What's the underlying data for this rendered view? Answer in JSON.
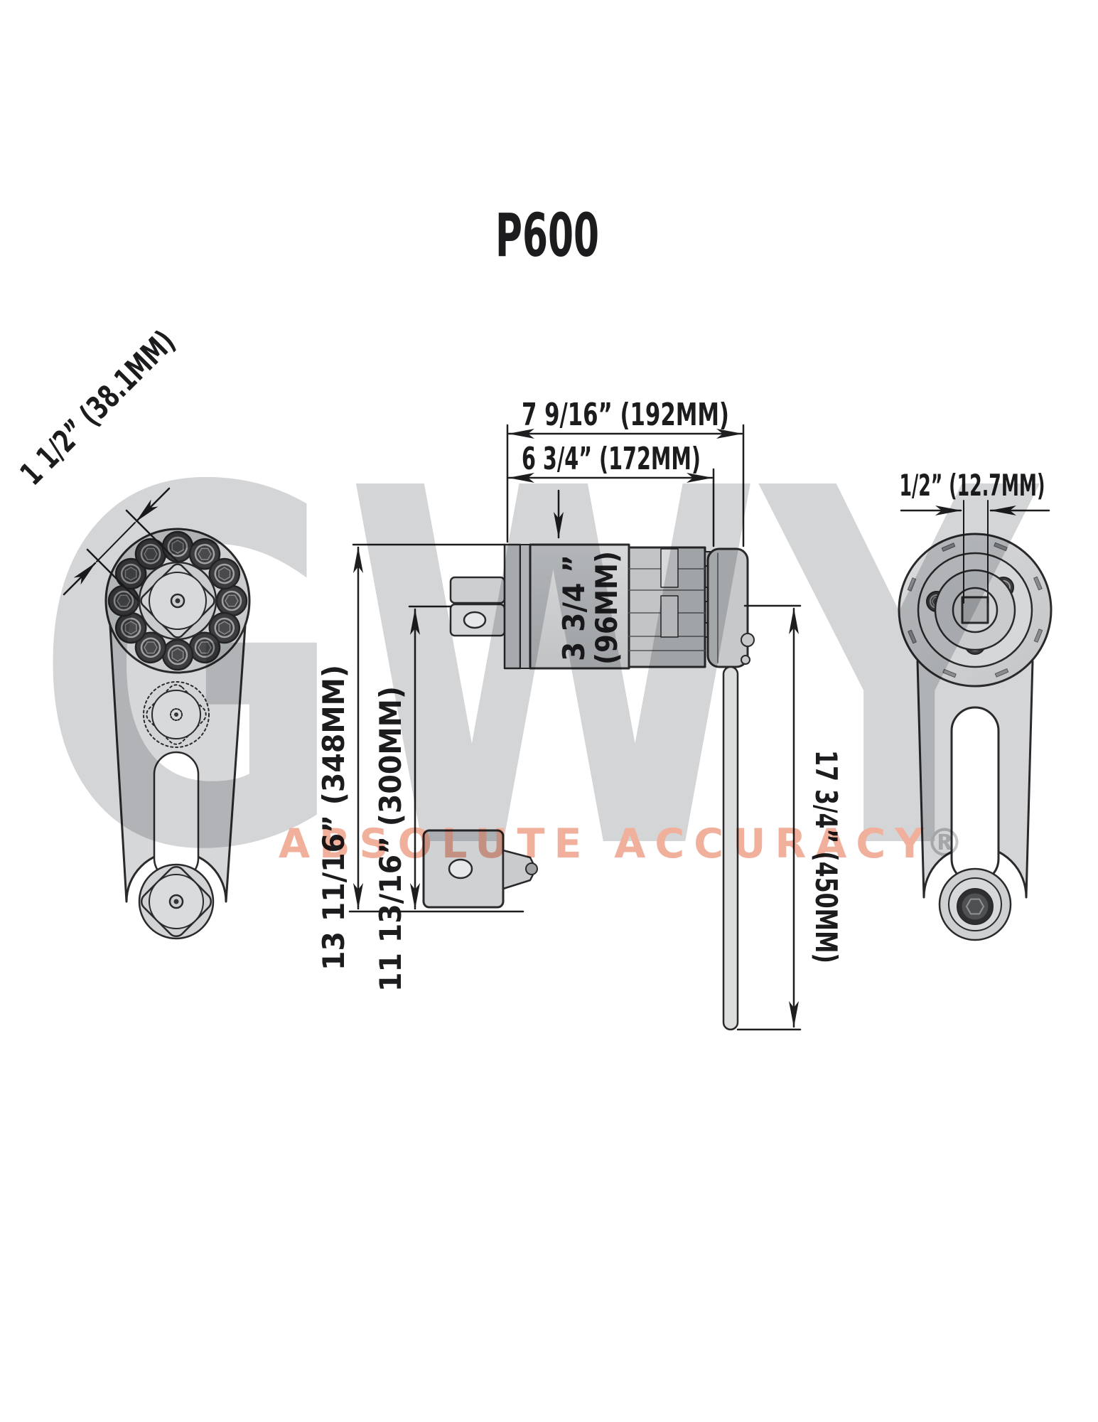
{
  "title": "P600",
  "watermark": {
    "brand": "GWY",
    "tagline": "ABSOLUTE ACCURACY",
    "registered": "®",
    "brand_color": "#d3d5d7",
    "tagline_color": "#f0b09c"
  },
  "views": {
    "front": {
      "label": "reaction-arm-front-view",
      "dims": {
        "square_drive": "1 1/2” (38.1MM)"
      }
    },
    "side": {
      "label": "multiplier-side-view",
      "dims": {
        "overall_width": "7 9/16” (192MM)",
        "body_width": "6 3/4” (172MM)",
        "overall_height": "13 11/16” (348MM)",
        "body_height": "11 13/16” (300MM)",
        "body_diameter_in": "3 3/4 ”",
        "body_diameter_mm": "(96MM)",
        "handle_length": "17 3/4” (450MM)"
      }
    },
    "rear": {
      "label": "reaction-arm-rear-view",
      "dims": {
        "square_drive": "1/2” (12.7MM)"
      }
    }
  }
}
